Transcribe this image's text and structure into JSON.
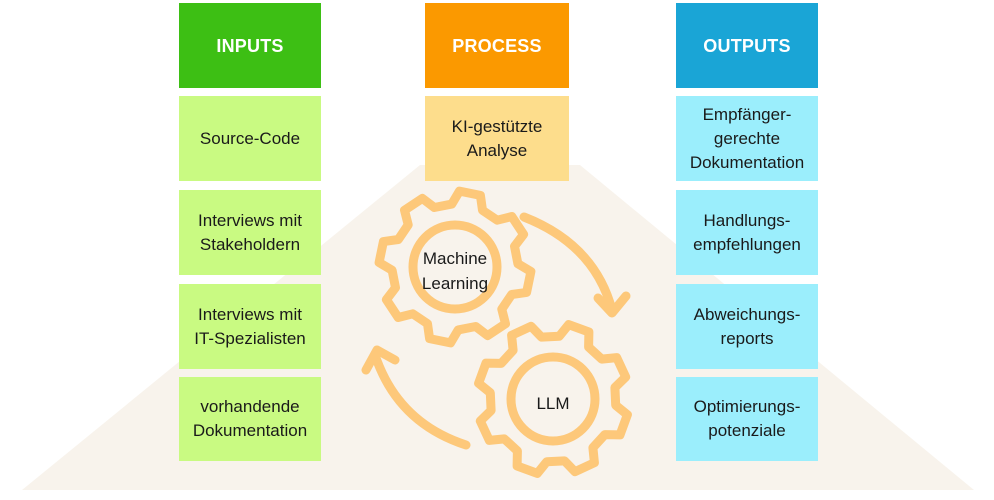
{
  "colors": {
    "inputs_header": "#3dbf14",
    "inputs_item": "#c9fa82",
    "process_header": "#fb9900",
    "process_item": "#fddd8c",
    "outputs_header": "#1aa5d6",
    "outputs_item": "#9beefc",
    "background_shape": "#f8f3ec",
    "gear_stroke": "#fdc87a"
  },
  "columns": {
    "inputs": {
      "header": "INPUTS",
      "items": [
        "Source-Code",
        "Interviews mit\nStakeholdern",
        "Interviews mit\nIT-Spezialisten",
        "vorhandende\nDokumentation"
      ]
    },
    "process": {
      "header": "PROCESS",
      "items": [
        "KI-gestützte\nAnalyse"
      ]
    },
    "outputs": {
      "header": "OUTPUTS",
      "items": [
        "Empfänger-\ngerechte\nDokumentation",
        "Handlungs-\nempfehlungen",
        "Abweichungs-\nreports",
        "Optimierungs-\npotenziale"
      ]
    }
  },
  "gears": {
    "top": "Machine\nLearning",
    "bottom": "LLM"
  }
}
